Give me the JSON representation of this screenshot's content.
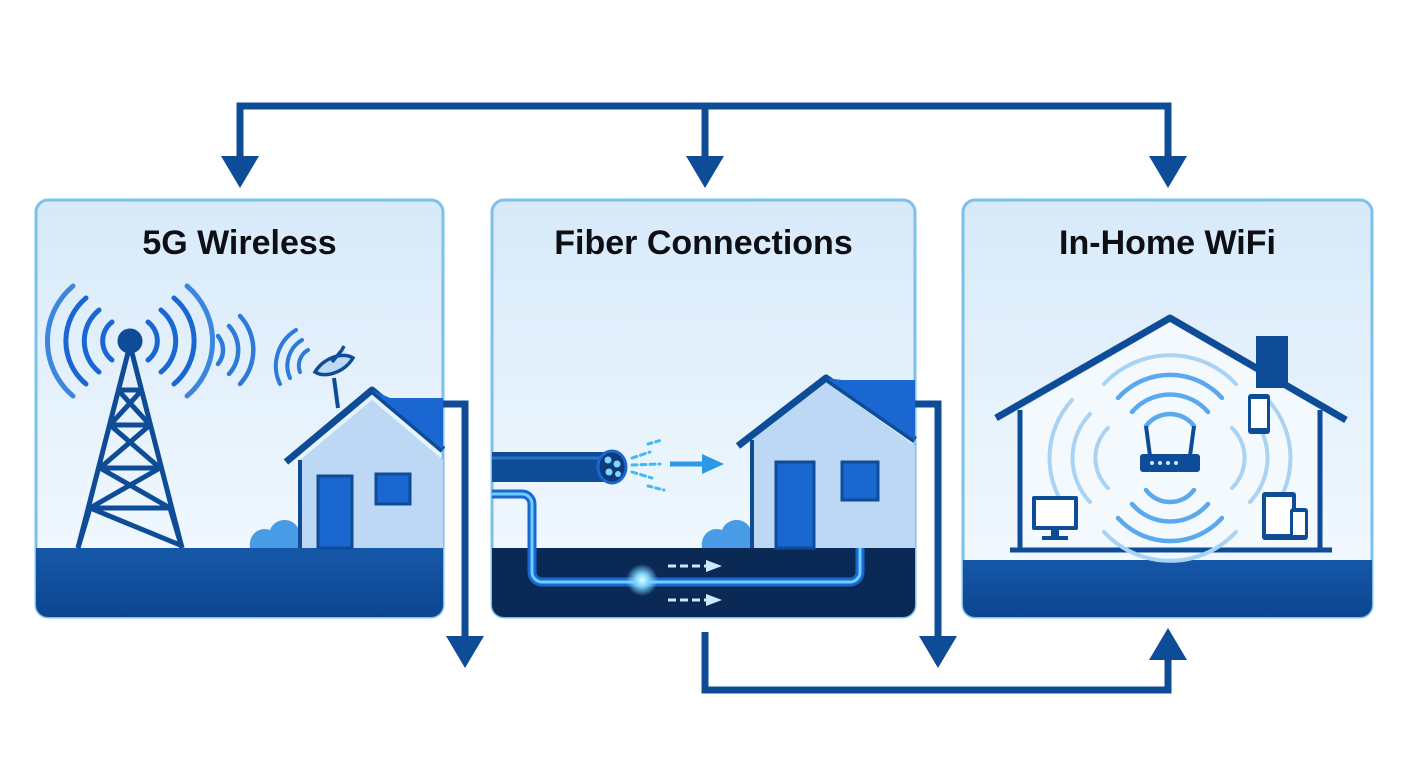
{
  "panels": [
    {
      "id": "wireless",
      "title": "5G Wireless"
    },
    {
      "id": "fiber",
      "title": "Fiber Connections"
    },
    {
      "id": "wifi",
      "title": "In-Home WiFi"
    }
  ],
  "colors": {
    "navy": "#0f4c97",
    "blue": "#1a67d2",
    "light_blue": "#5aa9ee",
    "panel_border": "#7cc0ec",
    "sky_top": "#d9ebfa",
    "sky_bottom": "#f4f9fe",
    "ground": "#0e4c9a",
    "underground": "#0a2a55",
    "house_wall": "#b8d6f5",
    "glow": "#6fd0ff"
  },
  "icons": [
    "cell-tower-icon",
    "satellite-dish-icon",
    "house-icon",
    "fiber-cable-icon",
    "router-icon",
    "smartphone-icon",
    "monitor-icon",
    "tablet-icon",
    "wifi-waves-icon"
  ]
}
